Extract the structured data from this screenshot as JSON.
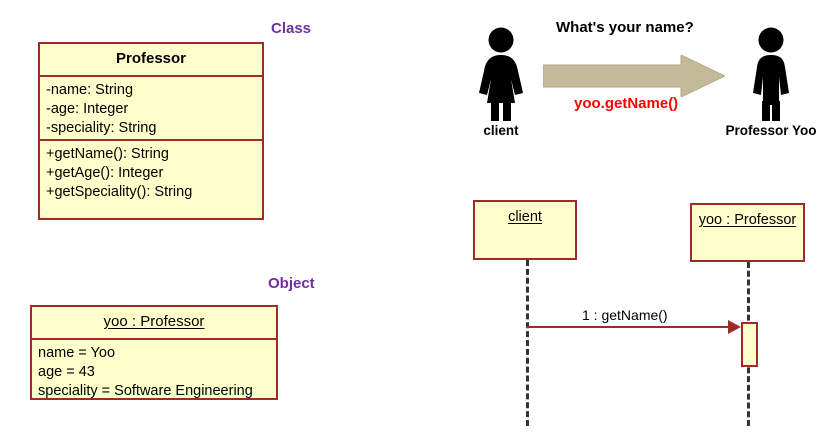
{
  "diagram": {
    "title_left_class": "Class",
    "title_left_object": "Object",
    "class_box": {
      "name": "Professor",
      "attributes": [
        "-name: String",
        "-age: Integer",
        "-speciality: String"
      ],
      "operations": [
        "+getName(): String",
        "+getAge(): Integer",
        "+getSpeciality(): String"
      ]
    },
    "object_box": {
      "name": "yoo : Professor",
      "slots": [
        "name = Yoo",
        "age = 43",
        "speciality = Software Engineering"
      ]
    },
    "scenario": {
      "question": "What's your name?",
      "call": "yoo.getName()",
      "actor_left": "client",
      "actor_right": "Professor Yoo",
      "arrow_color": "#C3BA99"
    },
    "sequence": {
      "lifeline_left": "client",
      "lifeline_right": "yoo : Professor",
      "message": "1 : getName()"
    },
    "colors": {
      "box_fill": "#FFFFCC",
      "box_border": "#9E2B2B",
      "caption": "#7030A0",
      "call_text": "#FF0000",
      "figure": "#000000"
    }
  }
}
